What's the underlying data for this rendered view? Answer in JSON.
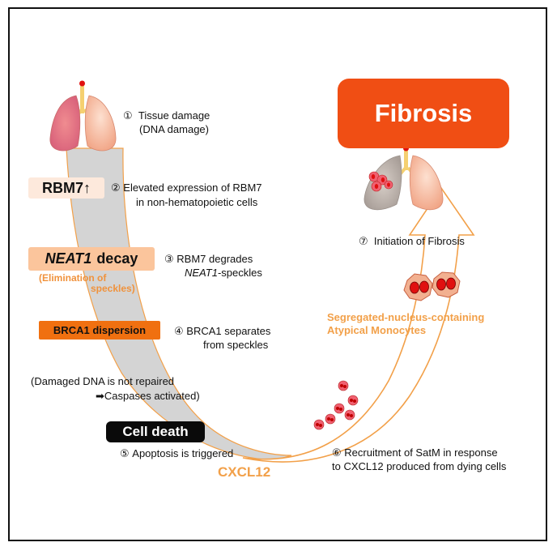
{
  "steps": {
    "s1": {
      "num": "①",
      "line1": "Tissue damage",
      "line2": "(DNA damage)"
    },
    "s2": {
      "num": "②",
      "line1": "Elevated expression of RBM7",
      "line2": "in non-hematopoietic cells"
    },
    "s3": {
      "num": "③",
      "line1": "RBM7 degrades",
      "line2_italic": "NEAT1",
      "line2_rest": "-speckles"
    },
    "s4": {
      "num": "④",
      "line1": "BRCA1 separates",
      "line2": "from speckles"
    },
    "s5": {
      "num": "⑤",
      "text": "Apoptosis is triggered"
    },
    "s6": {
      "num": "⑥",
      "line1": "Recruitment of SatM in response",
      "line2": "to CXCL12 produced from dying cells"
    },
    "s7": {
      "num": "⑦",
      "text": "Initiation of Fibrosis"
    }
  },
  "labels": {
    "rbm7": "RBM7↑",
    "neat1_italic": "NEAT1",
    "neat1_rest": "decay",
    "elimination_line1": "(Elimination of",
    "elimination_line2": "speckles)",
    "brca1": "BRCA1 dispersion",
    "damaged_line1": "(Damaged DNA is not repaired",
    "damaged_line2": "➡Caspases activated)",
    "cell_death": "Cell death",
    "fibrosis": "Fibrosis",
    "satm_line1": "Segregated-nucleus-containing",
    "satm_line2": "Atypical Monocytes",
    "cxcl12": "CXCL12"
  },
  "colors": {
    "left_arrow_fill": "#d4d4d4",
    "right_arrow_stroke": "#f2a049",
    "fibrosis_box": "#f04e14",
    "brca1_box": "#f07010",
    "neat1_box": "#fbc59c",
    "rbm7_box": "#fde9dc",
    "cell_death_box": "#0a0a0a",
    "accent_text": "#f2a049",
    "cell_red": "#e01010"
  },
  "icons": [
    "lung-icon",
    "fibrotic-lung-icon",
    "atypical-monocyte-icon"
  ]
}
